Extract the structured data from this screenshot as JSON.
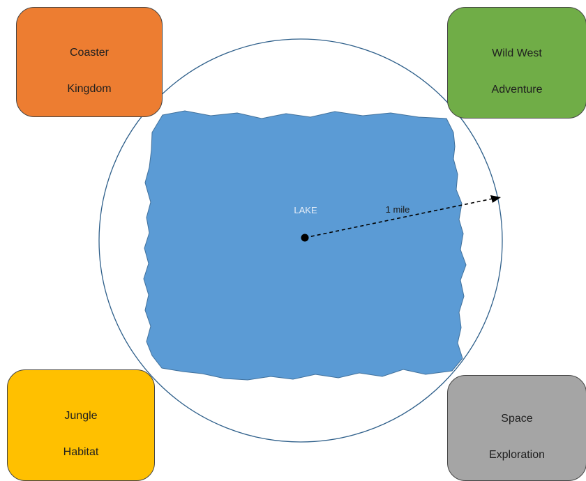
{
  "lake": {
    "label": "LAKE",
    "color": "#5B9BD5",
    "outline_color": "#41719C"
  },
  "boundary": {
    "stroke_color": "#2E5F8A"
  },
  "radius_marker": {
    "label": "1 mile"
  },
  "zones": [
    {
      "id": "zone-tl",
      "name_line1": "Coaster",
      "name_line2": "Kingdom",
      "color": "#ED7D31"
    },
    {
      "id": "zone-tr",
      "name_line1": "Wild West",
      "name_line2": "Adventure",
      "color": "#70AD47"
    },
    {
      "id": "zone-bl",
      "name_line1": "Jungle",
      "name_line2": "Habitat",
      "color": "#FFC000"
    },
    {
      "id": "zone-br",
      "name_line1": "Space",
      "name_line2": "Exploration",
      "color": "#A5A5A5"
    }
  ]
}
